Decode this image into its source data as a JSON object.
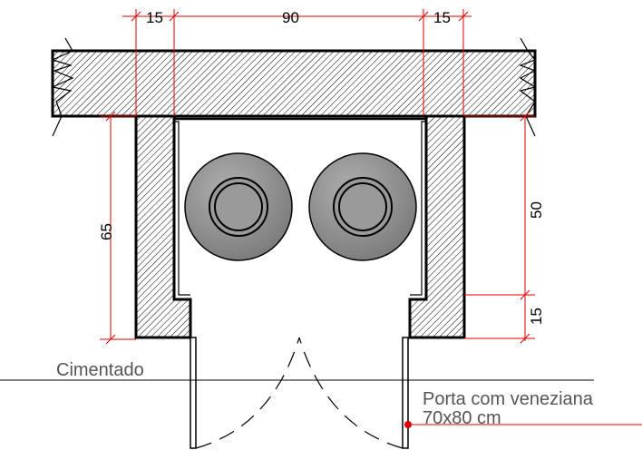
{
  "dimensions": {
    "top_left": "15",
    "top_middle": "90",
    "top_right": "15",
    "left_height": "65",
    "right_upper": "50",
    "right_lower": "15"
  },
  "labels": {
    "floor": "Cimentado",
    "door_line1": "Porta com veneziana",
    "door_line2": "70x80 cm"
  },
  "colors": {
    "dimension_lines": "#e00000",
    "hatch": "#000000",
    "cylinders": "#8c8c8c"
  },
  "elements": {
    "cylinder_count": 2,
    "door_type": "double-leaf"
  }
}
